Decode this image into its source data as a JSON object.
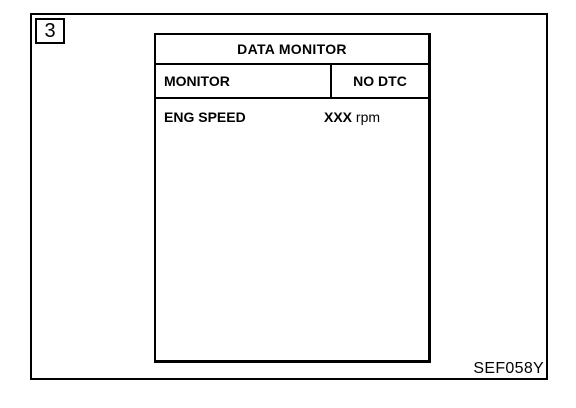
{
  "step_number": "3",
  "screen": {
    "title": "DATA MONITOR",
    "header": {
      "left": "MONITOR",
      "right": "NO DTC"
    },
    "rows": [
      {
        "label": "ENG SPEED",
        "value": "XXX",
        "unit": "rpm"
      }
    ]
  },
  "figure_code": "SEF058Y"
}
